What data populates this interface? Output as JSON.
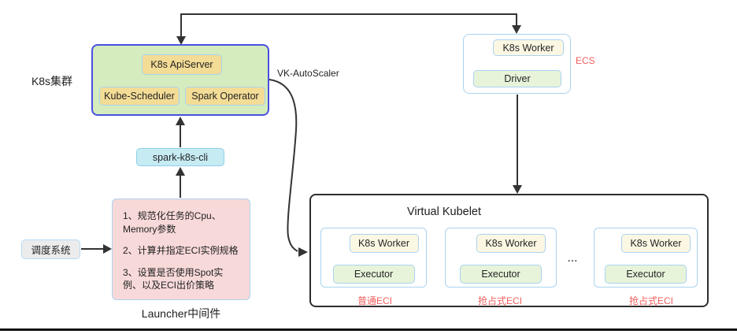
{
  "diagram": {
    "k8s_cluster": {
      "label": "K8s集群",
      "api_server": "K8s ApiServer",
      "kube_scheduler": "Kube-Scheduler",
      "spark_operator": "Spark Operator"
    },
    "vk_autoscaler_label": "VK-AutoScaler",
    "spark_cli": "spark-k8s-cli",
    "scheduler_system": "调度系统",
    "launcher": {
      "items": [
        "1、规范化任务的Cpu、Memory参数",
        "2、计算并指定ECI实例规格",
        "3、设置是否使用Spot实例、以及ECI出价策略"
      ],
      "caption": "Launcher中间件"
    },
    "ecs": {
      "worker": "K8s Worker",
      "driver": "Driver",
      "tag": "ECS"
    },
    "virtual_kubelet": {
      "title": "Virtual Kubelet",
      "ellipsis": "...",
      "instances": [
        {
          "worker": "K8s Worker",
          "executor": "Executor",
          "tag": "普通ECI"
        },
        {
          "worker": "K8s Worker",
          "executor": "Executor",
          "tag": "抢占式ECI"
        },
        {
          "worker": "K8s Worker",
          "executor": "Executor",
          "tag": "抢占式ECI"
        }
      ]
    },
    "colors": {
      "cluster_fill": "#d4ecbe",
      "cluster_border": "#4a50dd",
      "yellow_fill": "#f3dc96",
      "cyan_fill": "#c6ebf3",
      "pink_fill": "#f8d9d9",
      "grey_fill": "#ececec",
      "cream_fill": "#fcf7e3",
      "light_green_fill": "#e7f4da",
      "light_blue_border": "#a9d3f0",
      "red_text": "#f35f5f",
      "arrow": "#333333"
    }
  }
}
